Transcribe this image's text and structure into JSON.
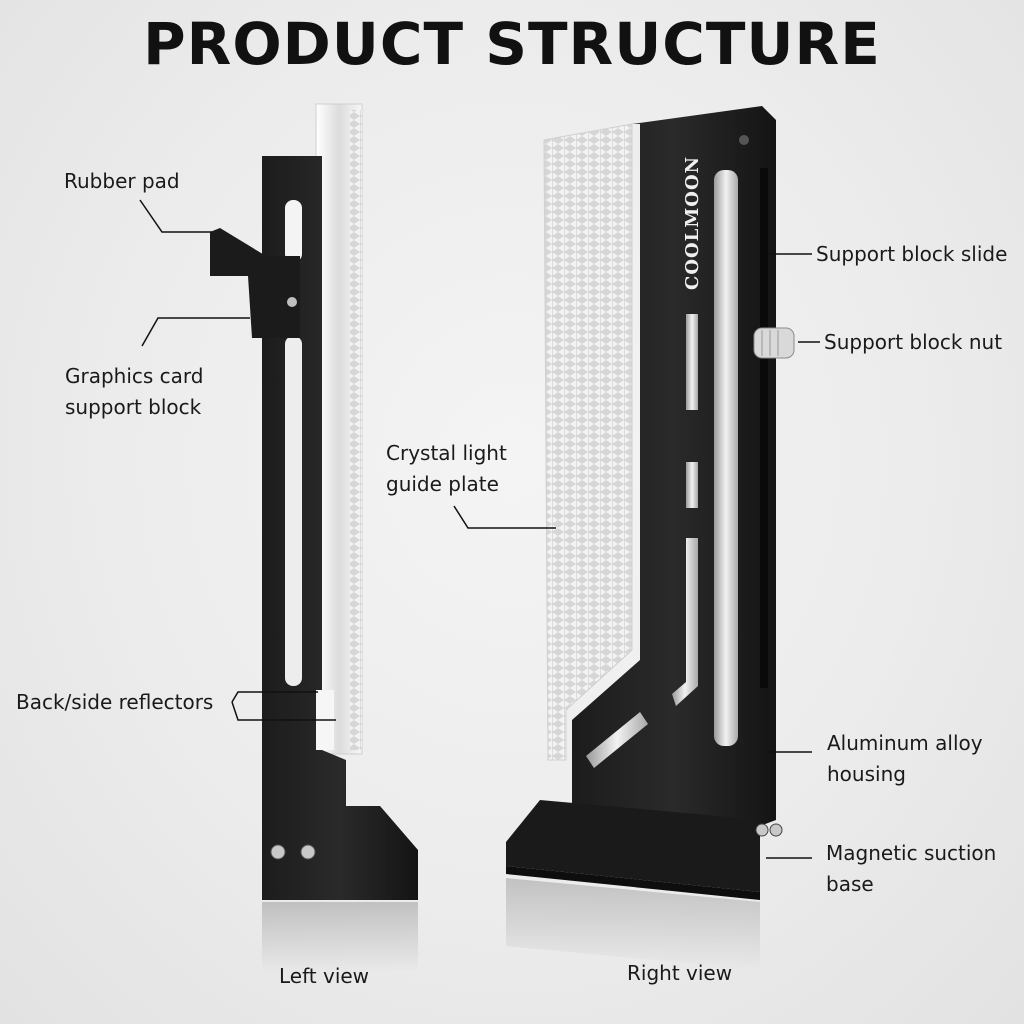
{
  "title": "PRODUCT STRUCTURE",
  "brand": "COOLMOON",
  "labels": {
    "rubber_pad": "Rubber pad",
    "support_block_line1": "Graphics card",
    "support_block_line2": "support block",
    "back_side_reflectors": "Back/side reflectors",
    "crystal_plate_line1": "Crystal light",
    "crystal_plate_line2": "guide plate",
    "support_block_slide": "Support block slide",
    "support_block_nut": "Support block nut",
    "aluminum_housing_line1": "Aluminum alloy",
    "aluminum_housing_line2": "housing",
    "magnetic_base_line1": "Magnetic suction",
    "magnetic_base_line2": "base"
  },
  "views": {
    "left": "Left view",
    "right": "Right view"
  }
}
